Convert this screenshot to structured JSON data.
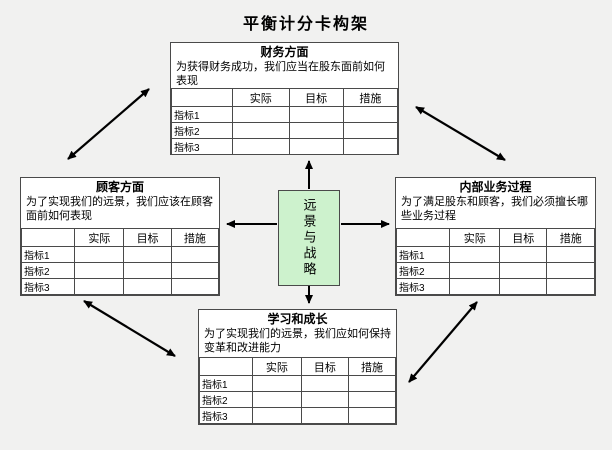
{
  "title": "平衡计分卡构架",
  "center": {
    "label": "远景与战略"
  },
  "table": {
    "headers": [
      "实际",
      "目标",
      "措施"
    ],
    "rows": [
      "指标1",
      "指标2",
      "指标3"
    ]
  },
  "perspectives": {
    "financial": {
      "title": "财务方面",
      "desc": "为获得财务成功，我们应当在股东面前如何表现"
    },
    "customer": {
      "title": "顾客方面",
      "desc": "为了实现我们的远景，我们应该在顾客面前如何表现"
    },
    "internal": {
      "title": "内部业务过程",
      "desc": "为了满足股东和顾客，我们必须擅长哪些业务过程"
    },
    "learning": {
      "title": "学习和成长",
      "desc": "为了实现我们的远景，我们应如何保持变革和改进能力"
    }
  },
  "colors": {
    "background": "#f1f1f0",
    "box_fill": "#ffffff",
    "box_border": "#4a4a4a",
    "center_fill": "#cdf2cd",
    "arrow": "#000000",
    "title_text": "#000000"
  }
}
